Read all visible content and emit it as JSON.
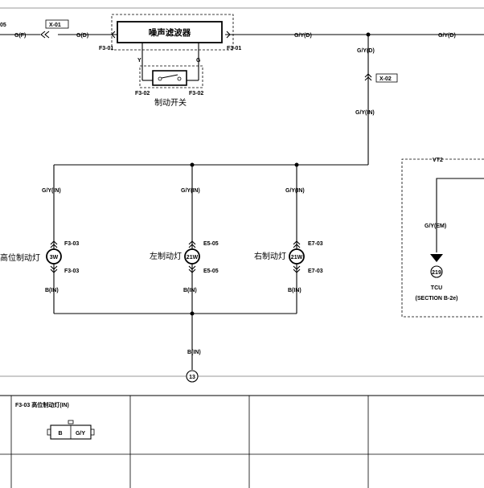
{
  "wires": {
    "left_edge": "05",
    "gf": "G(F)",
    "gd": "G(D)",
    "gyd_top": "G/Y(D)",
    "gyd_right": "G/Y(D)",
    "gyd_down": "G/Y(D)",
    "gyin_down": "G/Y(IN)",
    "gyin_left": "G/Y(IN)",
    "gyin_mid": "G/Y(IN)",
    "gyin_right": "G/Y(IN)",
    "bin_left": "B(IN)",
    "bin_mid": "B(IN)",
    "bin_right": "B(IN)",
    "bin_bottom": "B(IN)",
    "gyem": "G/Y(EM)",
    "y": "Y",
    "g": "G"
  },
  "connectors": {
    "x01": "X-01",
    "x02": "X-02",
    "f301_left": "F3-01",
    "f301_right": "F3-01",
    "f302_left": "F3-02",
    "f302_right": "F3-02",
    "f303_top": "F3-03",
    "f303_bottom": "F3-03",
    "e505_top": "E5-05",
    "e505_bottom": "E5-05",
    "e703_top": "E7-03",
    "e703_bottom": "E7-03"
  },
  "components": {
    "noise_filter": "噪声滤波器",
    "brake_switch": "制动开关",
    "high_lamp": "高位制动灯",
    "left_lamp": "左制动灯",
    "right_lamp": "右制动灯",
    "high_watt": "3W",
    "left_watt": "21W",
    "right_watt": "21W"
  },
  "vt2": {
    "title": "VT2",
    "terminal": "219",
    "name": "TCU",
    "section": "(SECTION B-2e)"
  },
  "ground": {
    "number": "13"
  },
  "table": {
    "cell_title": "F3-03  高位制动灯(IN)",
    "pin_b": "B",
    "pin_gy": "G/Y"
  }
}
